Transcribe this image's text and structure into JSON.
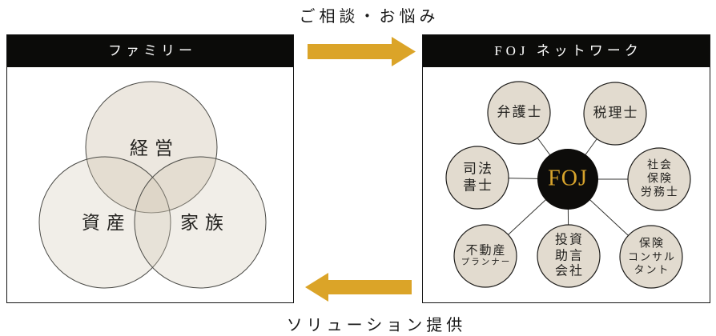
{
  "flow": {
    "top_label": "ご相談・お悩み",
    "bottom_label": "ソリューション提供"
  },
  "family_panel": {
    "title": "ファミリー",
    "venn_circles": [
      {
        "label": "経営"
      },
      {
        "label": "資産"
      },
      {
        "label": "家族"
      }
    ]
  },
  "network_panel": {
    "title": "FOJ ネットワーク",
    "hub": {
      "label": "FOJ"
    },
    "nodes": [
      {
        "id": "lawyer",
        "lines": [
          "弁護士"
        ]
      },
      {
        "id": "tax-accountant",
        "lines": [
          "税理士"
        ]
      },
      {
        "id": "judicial-scrivener",
        "lines": [
          "司法",
          "書士"
        ]
      },
      {
        "id": "social-insurance-labor-consultant",
        "lines": [
          "社会",
          "保険",
          "労務士"
        ]
      },
      {
        "id": "real-estate-planner",
        "lines": [
          "不動産",
          "プランナー"
        ]
      },
      {
        "id": "investment-advisory-company",
        "lines": [
          "投資",
          "助言",
          "会社"
        ]
      },
      {
        "id": "insurance-consultant",
        "lines": [
          "保険",
          "コンサル",
          "タント"
        ]
      }
    ]
  },
  "colors": {
    "accent_gold": "#DBA428",
    "foj_text_gold": "#D8A42C",
    "header_black": "#0B0B09",
    "hub_black": "#0D0C0A",
    "node_fill": "#E2DBCF",
    "venn_fill": "#D1C6B2"
  }
}
